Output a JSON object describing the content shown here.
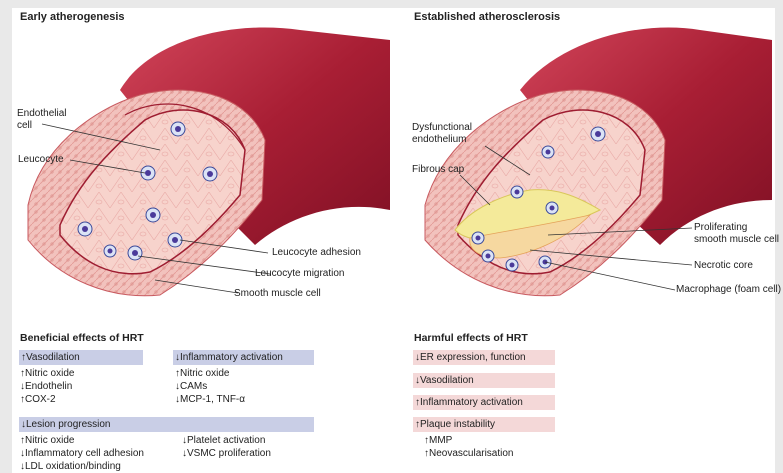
{
  "panels": {
    "left_title": "Early atherogenesis",
    "right_title": "Established atherosclerosis"
  },
  "left_labels": {
    "endothelial_cell": [
      "Endothelial",
      "cell"
    ],
    "leucocyte": "Leucocyte",
    "leucocyte_adhesion": "Leucocyte adhesion",
    "leucocyte_migration": "Leucocyte migration",
    "smooth_muscle_cell": "Smooth muscle cell"
  },
  "right_labels": {
    "dysfunctional_endothelium": [
      "Dysfunctional",
      "endothelium"
    ],
    "fibrous_cap": "Fibrous cap",
    "proliferating_smc": [
      "Proliferating",
      "smooth muscle cell"
    ],
    "necrotic_core": "Necrotic core",
    "macrophage": "Macrophage (foam cell)"
  },
  "beneficial": {
    "title": "Beneficial effects of HRT",
    "group1": {
      "header": "↑Vasodilation",
      "items": [
        "↑Nitric oxide",
        "↓Endothelin",
        "↑COX-2"
      ]
    },
    "group2": {
      "header": "↓Inflammatory activation",
      "items": [
        "↑Nitric oxide",
        "↓CAMs",
        "↓MCP-1, TNF-α"
      ]
    },
    "group3": {
      "header": "↓Lesion progression",
      "col1": [
        "↑Nitric oxide",
        "↓Inflammatory cell adhesion",
        "↓LDL oxidation/binding"
      ],
      "col2": [
        "↓Platelet activation",
        "↓VSMC proliferation"
      ]
    }
  },
  "harmful": {
    "title": "Harmful effects of HRT",
    "items": [
      "↓ER expression, function",
      "↓Vasodilation",
      "↑Inflammatory activation",
      "↑Plaque instability"
    ],
    "sub_items": [
      "↑MMP",
      "↑Neovascularisation"
    ]
  },
  "colors": {
    "vessel_outer": "#b3243a",
    "vessel_wall": "#f0b9b5",
    "lumen": "#f7d3cc",
    "elastic_lamina": "#9e1d31",
    "fibrous_cap": "#f4ea9a",
    "beneficial_bar": "#c9cee6",
    "harmful_bar": "#f4d8d8"
  }
}
